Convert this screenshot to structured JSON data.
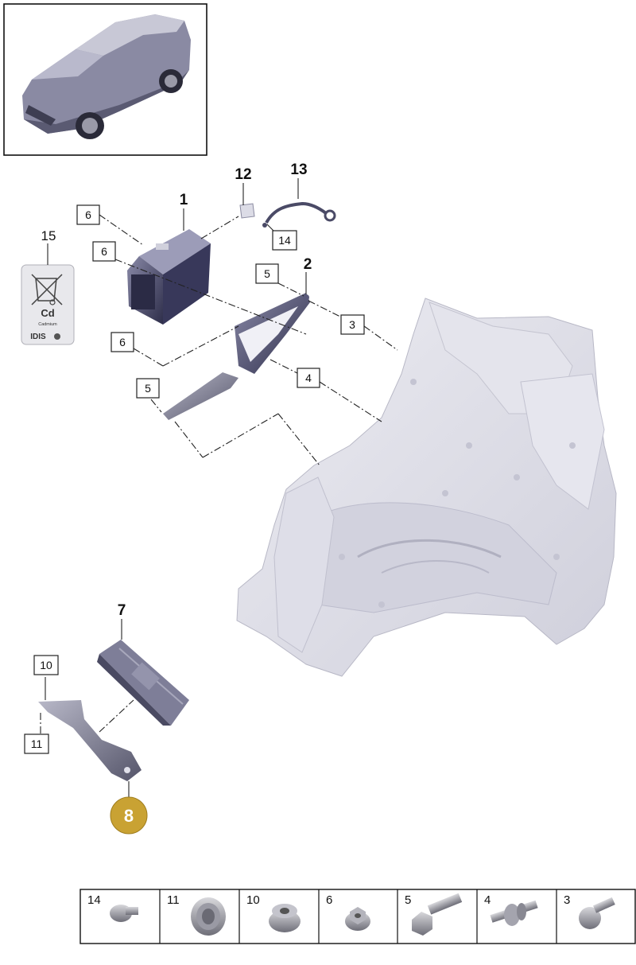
{
  "callouts": {
    "c1": "1",
    "c2": "2",
    "c3": "3",
    "c4": "4",
    "c5a": "5",
    "c5b": "5",
    "c6a": "6",
    "c6b": "6",
    "c6c": "6",
    "c7": "7",
    "c8": "8",
    "c10": "10",
    "c11": "11",
    "c12": "12",
    "c13": "13",
    "c14": "14",
    "c15": "15"
  },
  "label15": {
    "symbol": "Cd",
    "sub": "Cadmium",
    "brand": "IDIS"
  },
  "strip": [
    "14",
    "11",
    "10",
    "6",
    "5",
    "4",
    "3"
  ],
  "colors": {
    "highlight": "#c9a233",
    "body": "#dcdce6",
    "part": "#3a3a5c"
  }
}
